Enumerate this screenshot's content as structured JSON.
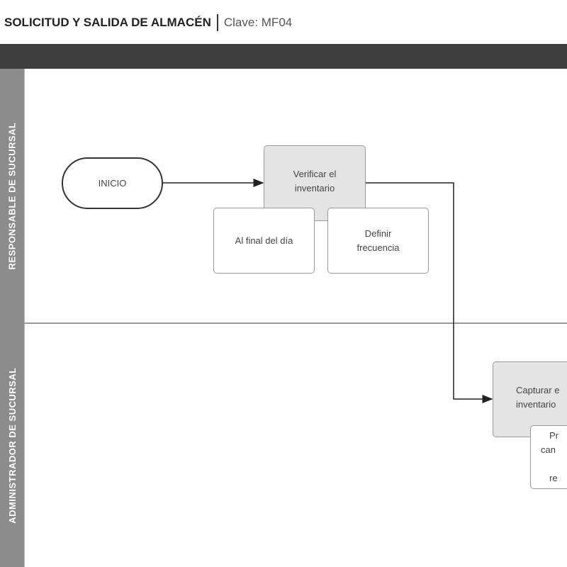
{
  "header": {
    "title": "SOLICITUD Y SALIDA DE ALMACÉN",
    "clave": "Clave: MF04"
  },
  "lanes": [
    {
      "label": "RESPONSABLE DE SUCURSAL"
    },
    {
      "label": "ADMINISTRADOR DE SUCURSAL"
    }
  ],
  "shapes": {
    "inicio": "INICIO",
    "verificar": [
      "Verificar el",
      "inventario"
    ],
    "al_final": "Al final del día",
    "definir": [
      "Definir",
      "frecuencia"
    ],
    "capturar": [
      "Capturar e",
      "inventario"
    ],
    "pr": [
      "Pr",
      "can",
      "",
      "re"
    ]
  }
}
